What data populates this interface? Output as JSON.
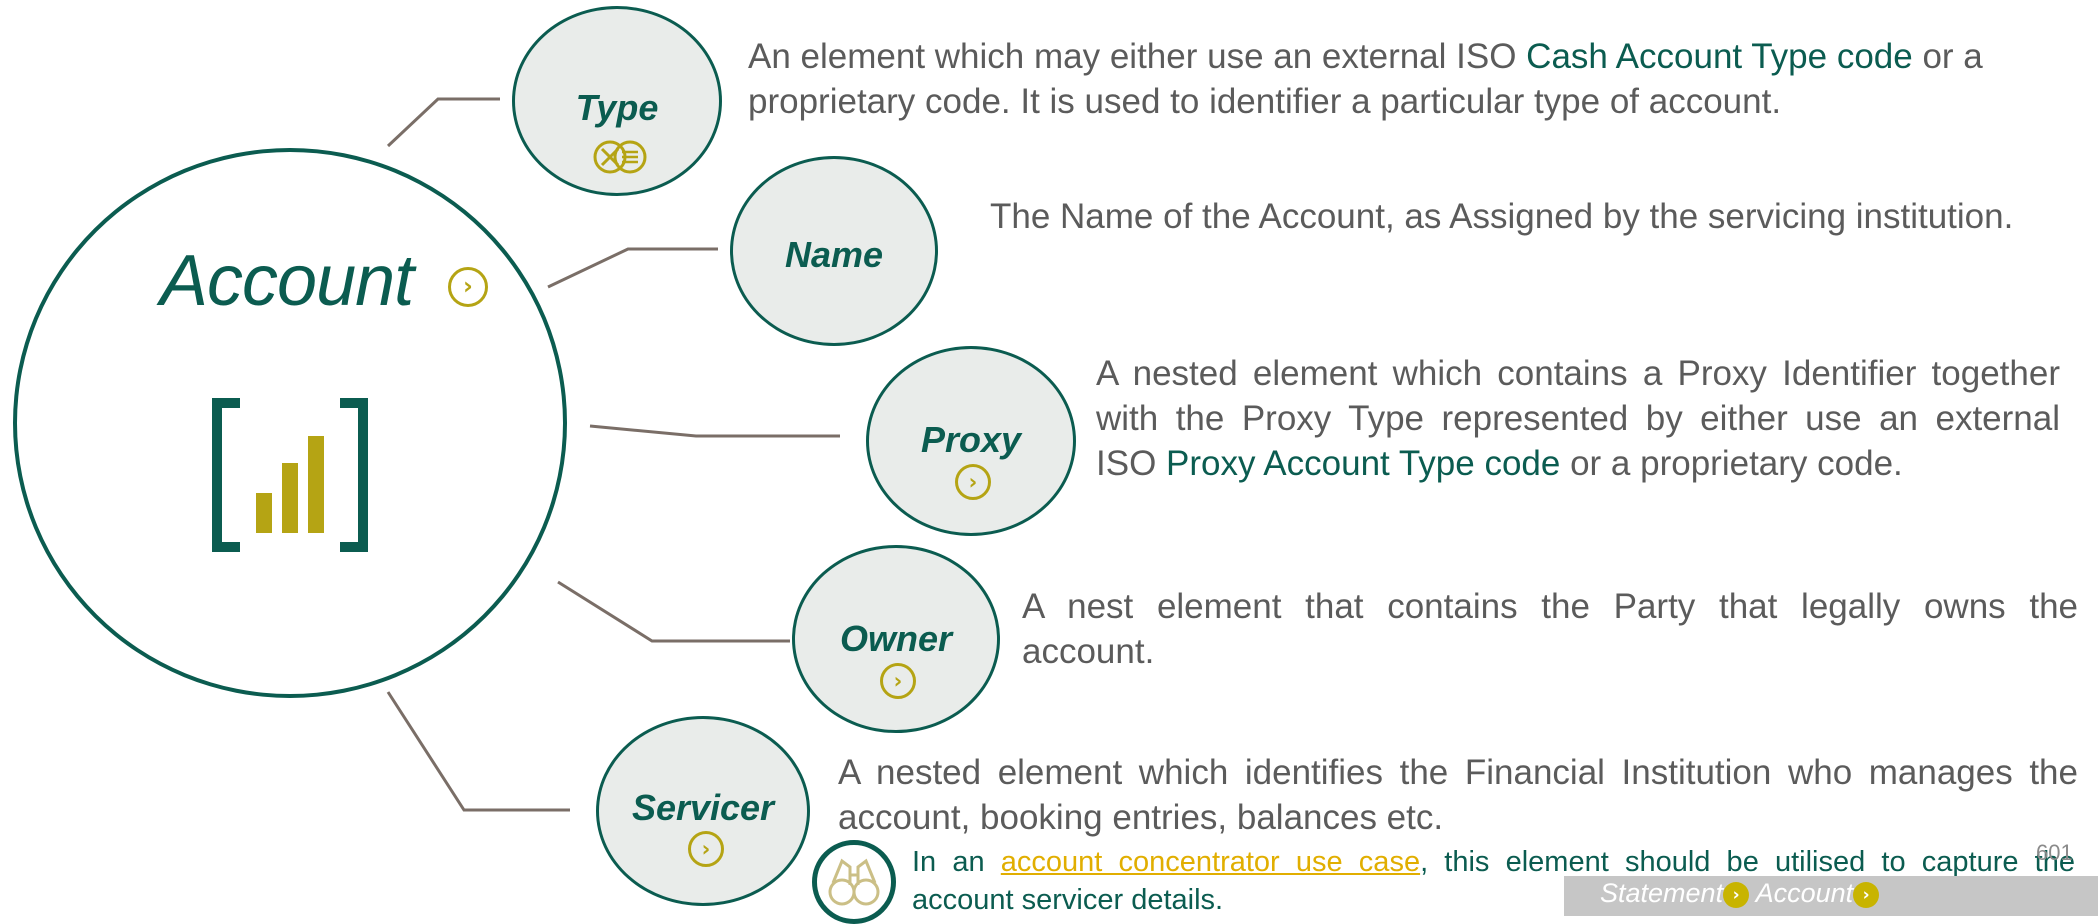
{
  "center": {
    "title": "Account",
    "chevron_icon": "chevron-right-circle-icon",
    "icon": "bracketed-bar-chart-icon"
  },
  "nodes": {
    "type": {
      "label": "Type",
      "icon": "code-list-icon"
    },
    "name": {
      "label": "Name"
    },
    "proxy": {
      "label": "Proxy",
      "icon": "chevron-right-circle-icon"
    },
    "owner": {
      "label": "Owner",
      "icon": "chevron-right-circle-icon"
    },
    "servicer": {
      "label": "Servicer",
      "icon": "chevron-right-circle-icon"
    }
  },
  "descriptions": {
    "type": {
      "pre": "An element which may either use an external ISO ",
      "link": "Cash Account Type code",
      "post": " or a proprietary code. It is used to identifier a particular type of account."
    },
    "name": "The Name of the Account, as Assigned by the servicing institution.",
    "proxy": {
      "pre": "A nested element which contains a Proxy Identifier together with the Proxy Type represented by either use an external ISO ",
      "link": "Proxy Account Type code",
      "post": " or a proprietary code."
    },
    "owner": "A nest element that contains the Party that legally owns the account.",
    "servicer": "A nested element which identifies the Financial Institution who manages the account, booking entries, balances etc."
  },
  "note": {
    "icon": "binoculars-icon",
    "pre": "In an ",
    "link": "account concentrator use case",
    "post": ", this element should be utilised to capture the account servicer details."
  },
  "footer": {
    "crumb1": "Statement",
    "crumb2": "Account",
    "chevron_icon": "chevron-right-circle-icon",
    "page": "601"
  },
  "colors": {
    "teal": "#0b5c50",
    "gold": "#b5a414",
    "text": "#5b5b5b",
    "link": "#e1ae00"
  }
}
